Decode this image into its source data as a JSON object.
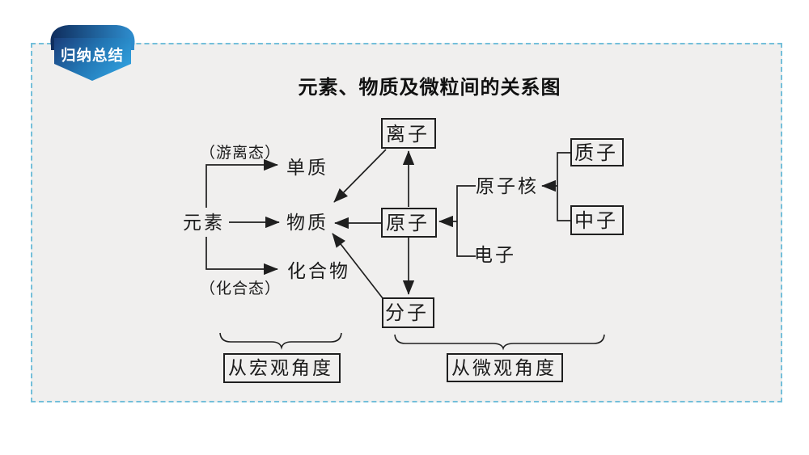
{
  "badge": {
    "label": "归纳总结"
  },
  "title": "元素、物质及微粒间的关系图",
  "diagram": {
    "nodes": {
      "ion": "离子",
      "atom": "原子",
      "molecule": "分子",
      "proton": "质子",
      "neutron": "中子"
    },
    "labels": {
      "free_state": "（游离态）",
      "simple_substance": "单质",
      "element": "元素",
      "substance": "物质",
      "compound": "化合物",
      "combined_state": "（化合态）",
      "nucleus": "原子核",
      "electron": "电子"
    },
    "perspectives": {
      "macro": "从宏观角度",
      "micro": "从微观角度"
    }
  },
  "colors": {
    "panel_background": "#f0efee",
    "dashed_border": "#74bfda",
    "ribbon_dark_blue": "#122f63",
    "ribbon_light_blue": "#2f9ad8",
    "line_color": "#1f1f1f",
    "title_color": "#111111"
  }
}
